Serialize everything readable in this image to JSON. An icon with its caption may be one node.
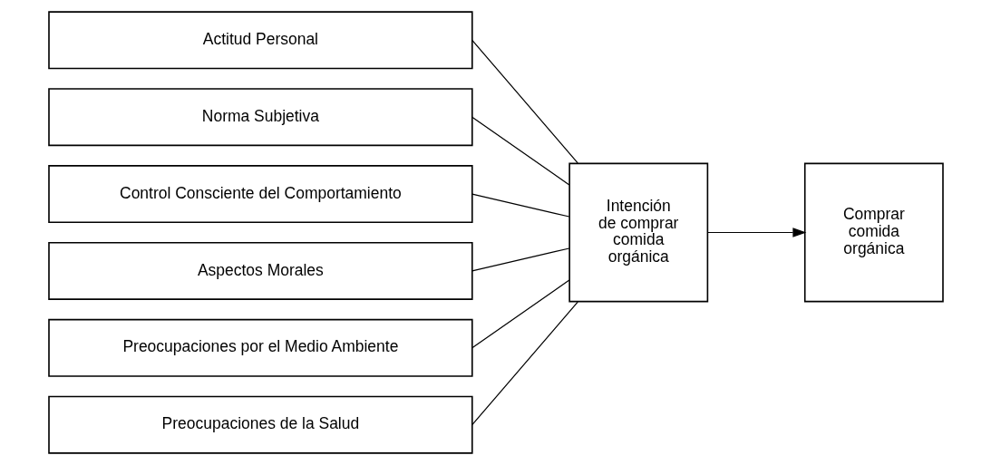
{
  "diagram": {
    "nodes": [
      {
        "text": [
          "Actitud Personal"
        ]
      },
      {
        "text": [
          "Norma Subjetiva"
        ]
      },
      {
        "text": [
          "Control Consciente del Comportamiento"
        ]
      },
      {
        "text": [
          "Aspectos Morales"
        ]
      },
      {
        "text": [
          "Preocupaciones por el Medio Ambiente"
        ]
      },
      {
        "text": [
          "Preocupaciones de la Salud"
        ]
      },
      {
        "text": [
          "Intención de comprar comida orgánica"
        ]
      },
      {
        "text": [
          "Comprar comida orgánica"
        ]
      }
    ],
    "edges": [
      {
        "from": 0,
        "to": 6,
        "arrow": "none"
      },
      {
        "from": 1,
        "to": 6,
        "arrow": "none"
      },
      {
        "from": 2,
        "to": 6,
        "arrow": "none"
      },
      {
        "from": 3,
        "to": 6,
        "arrow": "none"
      },
      {
        "from": 4,
        "to": 6,
        "arrow": "none"
      },
      {
        "from": 5,
        "to": 6,
        "arrow": "none"
      },
      {
        "from": 6,
        "to": 7,
        "arrow": "to"
      }
    ]
  }
}
